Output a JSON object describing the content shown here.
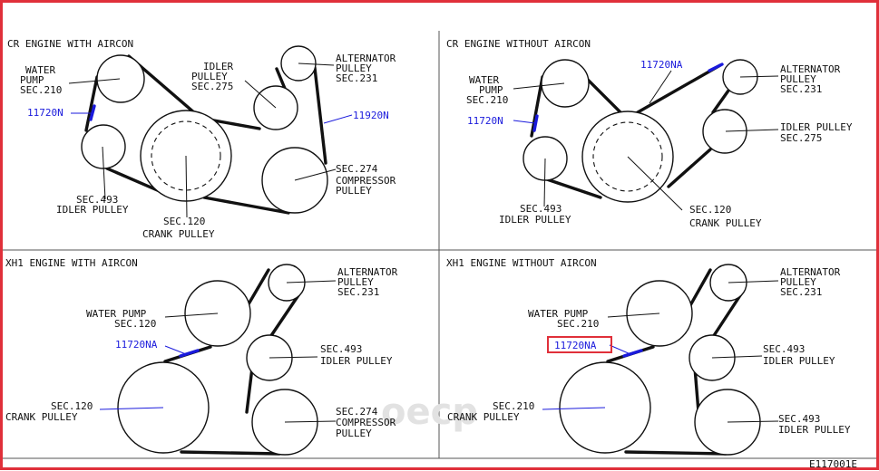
{
  "colors": {
    "frame": "#e0303a",
    "label_blue": "#1a1adc",
    "belt": "#111111",
    "highlight": "#e0303a"
  },
  "panels": {
    "tl": {
      "title": "CR ENGINE WITH AIRCON",
      "water_pump": [
        "WATER",
        "PUMP"
      ],
      "water_pump_sec": "210",
      "idler_top": [
        "IDLER",
        "PULLEY"
      ],
      "idler_top_sec": "275",
      "alternator": [
        "ALTERNATOR",
        "PULLEY"
      ],
      "alternator_sec": "231",
      "belt_a": "11720N",
      "belt_b": "11920N",
      "compressor_sec": "274",
      "compressor": [
        "COMPRESSOR",
        "PULLEY"
      ],
      "idler_low_sec": "493",
      "idler_low": "IDLER PULLEY",
      "crank_sec": "120",
      "crank": "CRANK PULLEY"
    },
    "tr": {
      "title": "CR ENGINE WITHOUT AIRCON",
      "belt_top": "11720NA",
      "water_pump": [
        "WATER",
        "PUMP"
      ],
      "water_pump_sec": "210",
      "alternator": [
        "ALTERNATOR",
        "PULLEY"
      ],
      "alternator_sec": "231",
      "belt_a": "11720N",
      "idler_right": "IDLER PULLEY",
      "idler_right_sec": "275",
      "idler_low_sec": "493",
      "idler_low": "IDLER PULLEY",
      "crank_sec": "120",
      "crank": "CRANK PULLEY"
    },
    "bl": {
      "title": "XH1 ENGINE WITH AIRCON",
      "alternator": [
        "ALTERNATOR",
        "PULLEY"
      ],
      "alternator_sec": "231",
      "water_pump": "WATER PUMP",
      "water_pump_sec": "120",
      "belt": "11720NA",
      "idler_sec": "493",
      "idler": "IDLER PULLEY",
      "crank_sec": "120",
      "crank": "CRANK PULLEY",
      "compressor_sec": "274",
      "compressor": [
        "COMPRESSOR",
        "PULLEY"
      ]
    },
    "br": {
      "title": "XH1 ENGINE WITHOUT AIRCON",
      "alternator": [
        "ALTERNATOR",
        "PULLEY"
      ],
      "alternator_sec": "231",
      "water_pump": "WATER PUMP",
      "water_pump_sec": "210",
      "belt": "11720NA",
      "idler_mid_sec": "493",
      "idler_mid": "IDLER PULLEY",
      "crank_sec": "210",
      "crank": "CRANK PULLEY",
      "idler_low_sec": "493",
      "idler_low": "IDLER PULLEY"
    }
  },
  "sec_prefix": "SEC.",
  "figure_ref": "E117001E",
  "watermark": "oecp"
}
